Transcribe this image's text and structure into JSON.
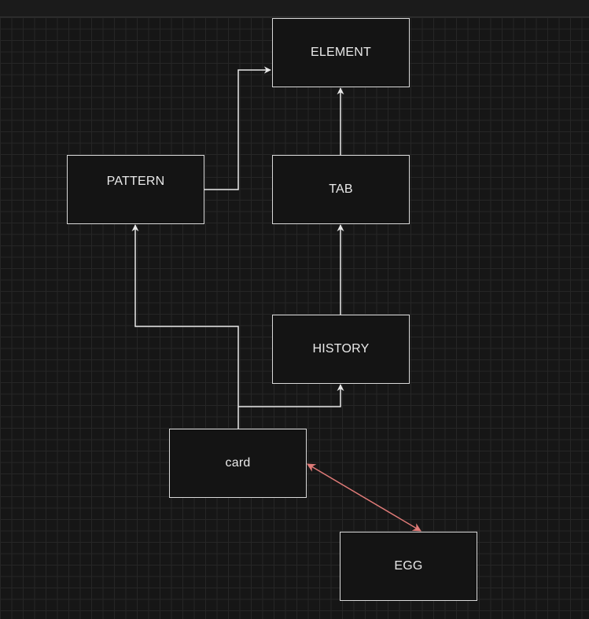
{
  "diagram": {
    "nodes": {
      "element": {
        "label": "ELEMENT"
      },
      "pattern": {
        "label": "PATTERN"
      },
      "tab": {
        "label": "TAB"
      },
      "history": {
        "label": "HISTORY"
      },
      "card": {
        "label": "card"
      },
      "egg": {
        "label": "EGG"
      }
    },
    "edges": [
      {
        "from": "pattern",
        "to": "element",
        "color": "#e8e8e8",
        "direction": "forward"
      },
      {
        "from": "tab",
        "to": "element",
        "color": "#e8e8e8",
        "direction": "forward"
      },
      {
        "from": "history",
        "to": "tab",
        "color": "#e8e8e8",
        "direction": "forward"
      },
      {
        "from": "card",
        "to": "pattern",
        "color": "#e8e8e8",
        "direction": "forward"
      },
      {
        "from": "card",
        "to": "history",
        "color": "#e8e8e8",
        "direction": "forward"
      },
      {
        "from": "card",
        "to": "egg",
        "color": "#e07b78",
        "direction": "both"
      }
    ],
    "colors": {
      "background": "#161616",
      "grid": "#262626",
      "node_border": "#d9d9d9",
      "node_fill": "#141414",
      "text": "#eaeaea"
    }
  }
}
